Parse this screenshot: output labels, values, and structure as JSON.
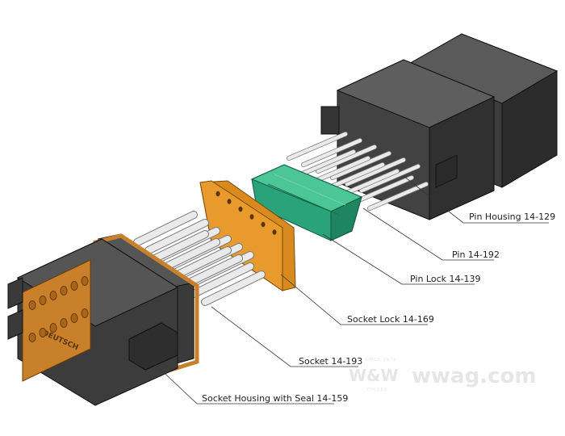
{
  "labels": {
    "pin_housing": "Pin Housing 14-129",
    "pin": "Pin 14-192",
    "pin_lock": "Pin Lock 14-139",
    "socket_lock": "Socket Lock 14-169",
    "socket": "Socket 14-193",
    "socket_housing": "Socket Housing with Seal 14-159"
  },
  "brand_mark": "DEUTSCH",
  "watermark": {
    "logo": "W&W",
    "site": "wwag.com",
    "since": "SINCE 1979",
    "cycles": "CYCLES"
  },
  "colors": {
    "housing": "#3a3a3a",
    "seal": "#c8802a",
    "socket_lock": "#d98a1e",
    "pin_lock": "#2aa37a",
    "contact": "#eaeaea"
  }
}
